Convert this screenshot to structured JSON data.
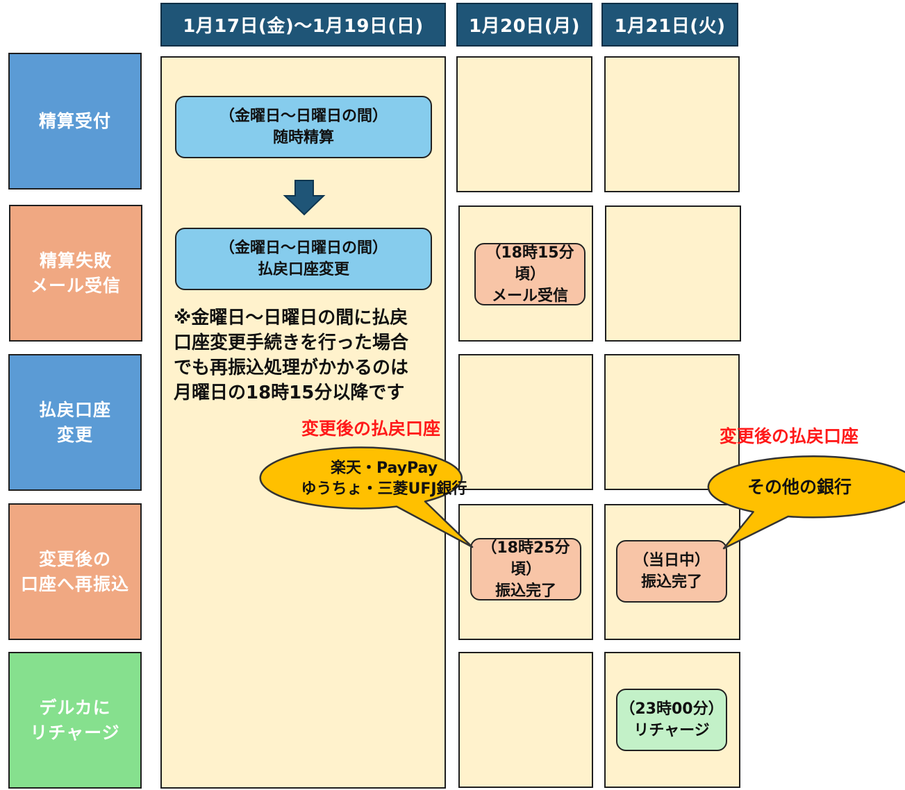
{
  "colors": {
    "header_bg": "#1f5577",
    "cell_cream": "#fff2cc",
    "row_blue": "#5b9bd5",
    "row_salmon": "#f0a882",
    "row_green": "#86e08e",
    "box_blue": "#86cced",
    "box_salmon": "#f8c5a7",
    "box_green": "#c3f1c8",
    "callout_fill": "#ffc000",
    "red_text": "#ff1a1a",
    "arrow": "#1f5577"
  },
  "headers": {
    "col1": "1月17日(金)～1月19日(日)",
    "col2": "1月20日(月)",
    "col3": "1月21日(火)"
  },
  "rows": {
    "r1": "精算受付",
    "r2": "精算失敗\nメール受信",
    "r3": "払戻口座\n変更",
    "r4": "変更後の\n口座へ再振込",
    "r5": "デルカに\nリチャージ"
  },
  "boxes": {
    "accept_line1": "（金曜日～日曜日の間）",
    "accept_line2": "随時精算",
    "change_line1": "（金曜日～日曜日の間）",
    "change_line2": "払戻口座変更",
    "mail_line1": "（18時15分頃）",
    "mail_line2": "メール受信",
    "transfer1_line1": "（18時25分頃）",
    "transfer1_line2": "振込完了",
    "transfer2_line1": "（当日中）",
    "transfer2_line2": "振込完了",
    "recharge_line1": "（23時00分）",
    "recharge_line2": "リチャージ"
  },
  "note": "※金曜日～日曜日の間に払戻\n口座変更手続きを行った場合\nでも再振込処理がかかるのは\n月曜日の18時15分以降です",
  "callouts": {
    "left_label": "変更後の払戻口座",
    "left_line1": "楽天・PayPay",
    "left_line2": "ゆうちょ・三菱UFJ銀行",
    "right_label": "変更後の払戻口座",
    "right_text": "その他の銀行"
  }
}
